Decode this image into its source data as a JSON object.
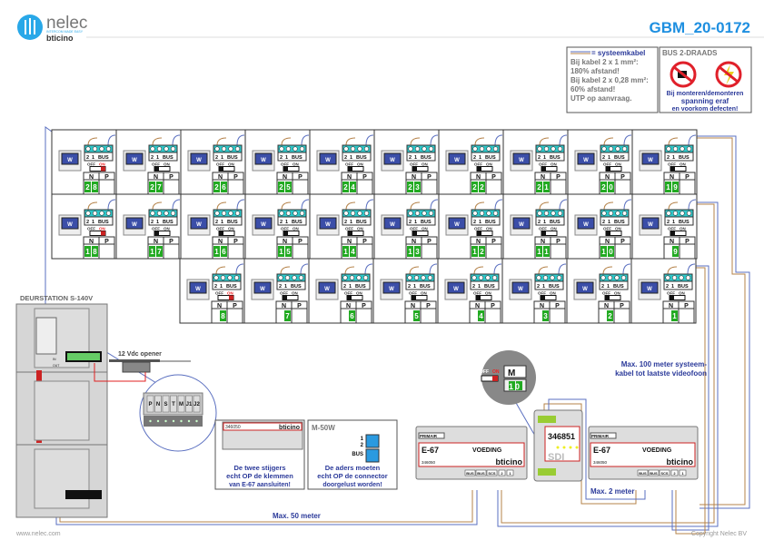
{
  "header": {
    "brand": "nelec",
    "brand_tagline": "INTERCOM MADE EASY",
    "sub_brand": "bticino",
    "doc_code": "GBM_20-0172"
  },
  "legend": {
    "cable_label": "= systeemkabel",
    "lines": [
      "Bij kabel 2 x 1 mm²:",
      "180% afstand!",
      "Bij kabel 2 x 0,28 mm²:",
      "60% afstand!",
      "UTP op aanvraag."
    ]
  },
  "warning": {
    "title": "BUS 2-DRAADS",
    "lines": [
      "Bij monteren/demonteren",
      "spanning eraf",
      "en voorkom defecten!"
    ]
  },
  "units": {
    "monitor_label": "W",
    "terminal_labels": [
      "2",
      "1",
      "BUS"
    ],
    "switch_off": "OFF",
    "switch_on": "ON",
    "col_n": "N",
    "col_p": "P",
    "rows": [
      [
        {
          "n": "28",
          "on": true
        },
        {
          "n": "27"
        },
        {
          "n": "26"
        },
        {
          "n": "25"
        },
        {
          "n": "24"
        },
        {
          "n": "23"
        },
        {
          "n": "22"
        },
        {
          "n": "21"
        },
        {
          "n": "20"
        },
        {
          "n": "19"
        }
      ],
      [
        {
          "n": "18",
          "on": true
        },
        {
          "n": "17"
        },
        {
          "n": "16"
        },
        {
          "n": "15"
        },
        {
          "n": "14"
        },
        {
          "n": "13"
        },
        {
          "n": "12"
        },
        {
          "n": "11"
        },
        {
          "n": "10"
        },
        {
          "n": "9"
        }
      ],
      [
        {
          "n": "8",
          "on": true
        },
        {
          "n": "7"
        },
        {
          "n": "6"
        },
        {
          "n": "5"
        },
        {
          "n": "4"
        },
        {
          "n": "3"
        },
        {
          "n": "2"
        },
        {
          "n": "1"
        }
      ]
    ]
  },
  "door_station": {
    "title": "DEURSTATION S-140V",
    "in_label": "IN",
    "out_label": "OUT",
    "opener_label": "12 Vdc opener",
    "terminals": [
      "P",
      "N",
      "S",
      "T",
      "M",
      "J1",
      "J2"
    ]
  },
  "detail_e67": {
    "code": "346050",
    "brand": "bticino",
    "caption": [
      "De twee stijgers",
      "echt OP de klemmen",
      "van E-67 aansluiten!"
    ]
  },
  "detail_m50w": {
    "title": "M-50W",
    "terminals": [
      "1",
      "2",
      "BUS"
    ],
    "caption": [
      "De aders moeten",
      "echt OP de connector",
      "doorgelust worden!"
    ]
  },
  "power_left": {
    "primary": "PRIMAIR",
    "model": "E-67",
    "label": "VOEDING",
    "code": "346050",
    "brand": "bticino",
    "terms": [
      "BUS",
      "BUS",
      "SCS",
      "2",
      "1"
    ]
  },
  "power_right": {
    "primary": "PRIMAIR",
    "model": "E-67",
    "label": "VOEDING",
    "code": "346050",
    "brand": "bticino",
    "terms": [
      "BUS",
      "BUS",
      "SCS",
      "2",
      "1"
    ]
  },
  "sdi": {
    "code": "346851",
    "label": "SDI"
  },
  "zoom_switch": {
    "off": "OFF",
    "on": "ON",
    "m": "M",
    "number": "10"
  },
  "notes": {
    "max100": [
      "Max. 100 meter systeem-",
      "kabel tot laatste videofoon"
    ],
    "max2": "Max. 2 meter",
    "max50": "Max. 50 meter"
  },
  "footer": {
    "website": "www.nelec.com",
    "copyright": "Copyright Nelec BV"
  },
  "colors": {
    "blue_wire": "#5a6fc0",
    "brown_wire": "#b5834a",
    "title": "#1e8fe0",
    "text_blue": "#2b3a9a",
    "green": "#22aa22",
    "cyan": "#2ec7c9"
  }
}
